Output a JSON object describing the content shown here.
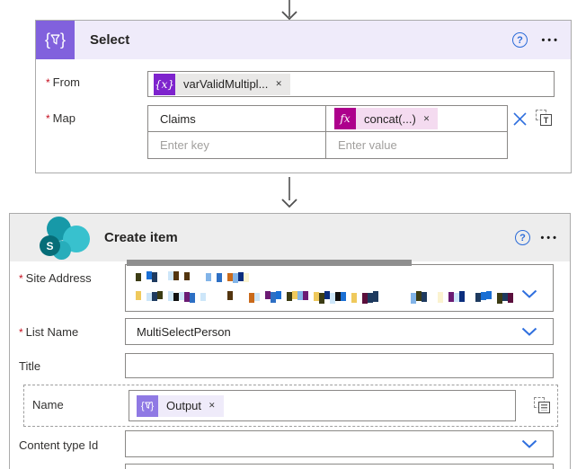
{
  "ui": {
    "required_marker": "*",
    "help": "?",
    "more": "•••",
    "close": "✕"
  },
  "select_card": {
    "title": "Select",
    "from": {
      "label": "From",
      "token": {
        "icon_text": "{x}",
        "text": "varValidMultipl..."
      }
    },
    "map": {
      "label": "Map",
      "rows": [
        {
          "key": "Claims",
          "value_token": {
            "icon_text": "fx",
            "text": "concat(...)"
          }
        },
        {
          "key_placeholder": "Enter key",
          "value_placeholder": "Enter value"
        }
      ]
    }
  },
  "create_card": {
    "title": "Create item",
    "connector_letter": "S",
    "site_address": {
      "label": "Site Address",
      "redacted": true,
      "redaction": {
        "palette": [
          "#111111",
          "#53350f",
          "#c96a1b",
          "#efc95c",
          "#fbf3d0",
          "#82b4e8",
          "#2d6fc4",
          "#0b2e7e",
          "#1e3a5f",
          "#6b1b73",
          "#5b0f3c",
          "#cde6f9",
          "#3c3c14",
          "#1a6fd4"
        ],
        "lines": [
          {
            "cells": 23,
            "seed": 7
          },
          {
            "cells": 70,
            "seed": 42
          }
        ]
      }
    },
    "list_name": {
      "label": "List Name",
      "value": "MultiSelectPerson"
    },
    "title_field": {
      "label": "Title",
      "value": ""
    },
    "name_field": {
      "label": "Name",
      "token": {
        "text": "Output"
      }
    },
    "content_type": {
      "label": "Content type Id",
      "value": ""
    }
  },
  "colors": {
    "select_accent": "#8161dd",
    "select_header_bg": "#efebfa",
    "variable_token": "#7e23cd",
    "expression_token": "#ad008c",
    "expression_pill_bg": "#f4dbf0",
    "variable_pill_bg": "#e9e8e7",
    "output_token": "#8f79e4",
    "output_pill_bg": "#efebfa",
    "create_header_bg": "#ededed",
    "sharepoint_teal": "#1799a8",
    "action_blue": "#2f6fde"
  }
}
